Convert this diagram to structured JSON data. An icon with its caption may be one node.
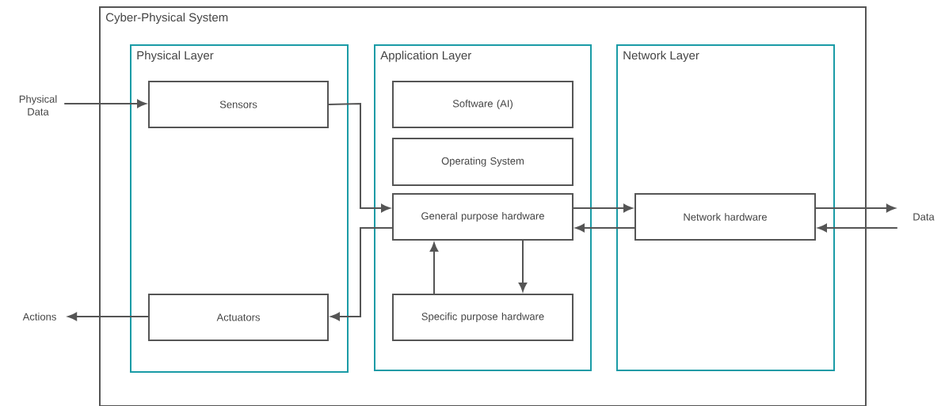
{
  "diagram": {
    "nodes": [
      {
        "text": [
          "Cyber-Physical System"
        ]
      },
      {
        "text": [
          "Physical Layer"
        ],
        "in": 0
      },
      {
        "text": [
          "Application Layer"
        ],
        "in": 0
      },
      {
        "text": [
          "Network Layer"
        ],
        "in": 0
      },
      {
        "text": [
          "Sensors"
        ],
        "in": 1
      },
      {
        "text": [
          "Actuators"
        ],
        "in": 1
      },
      {
        "text": [
          "Software (AI)"
        ],
        "in": 2
      },
      {
        "text": [
          "Operating System"
        ],
        "in": 2
      },
      {
        "text": [
          "General purpose hardware"
        ],
        "in": 2
      },
      {
        "text": [
          "Specific purpose hardware"
        ],
        "in": 2
      },
      {
        "text": [
          "Network hardware"
        ],
        "in": 3
      },
      {
        "text": [
          "Physical Data"
        ]
      },
      {
        "text": [
          "Actions"
        ]
      },
      {
        "text": [
          "Data"
        ]
      }
    ],
    "edges": [
      {
        "from": 11,
        "to": 4,
        "arrow": "to"
      },
      {
        "from": 4,
        "to": 8,
        "arrow": "to"
      },
      {
        "from": 8,
        "to": 5,
        "arrow": "to"
      },
      {
        "from": 5,
        "to": 12,
        "arrow": "to"
      },
      {
        "from": 8,
        "to": 10,
        "arrow": "to"
      },
      {
        "from": 10,
        "to": 8,
        "arrow": "to"
      },
      {
        "from": 9,
        "to": 8,
        "arrow": "to"
      },
      {
        "from": 8,
        "to": 9,
        "arrow": "to"
      },
      {
        "from": 10,
        "to": 13,
        "arrow": "to"
      },
      {
        "from": 13,
        "to": 10,
        "arrow": "to"
      }
    ]
  }
}
